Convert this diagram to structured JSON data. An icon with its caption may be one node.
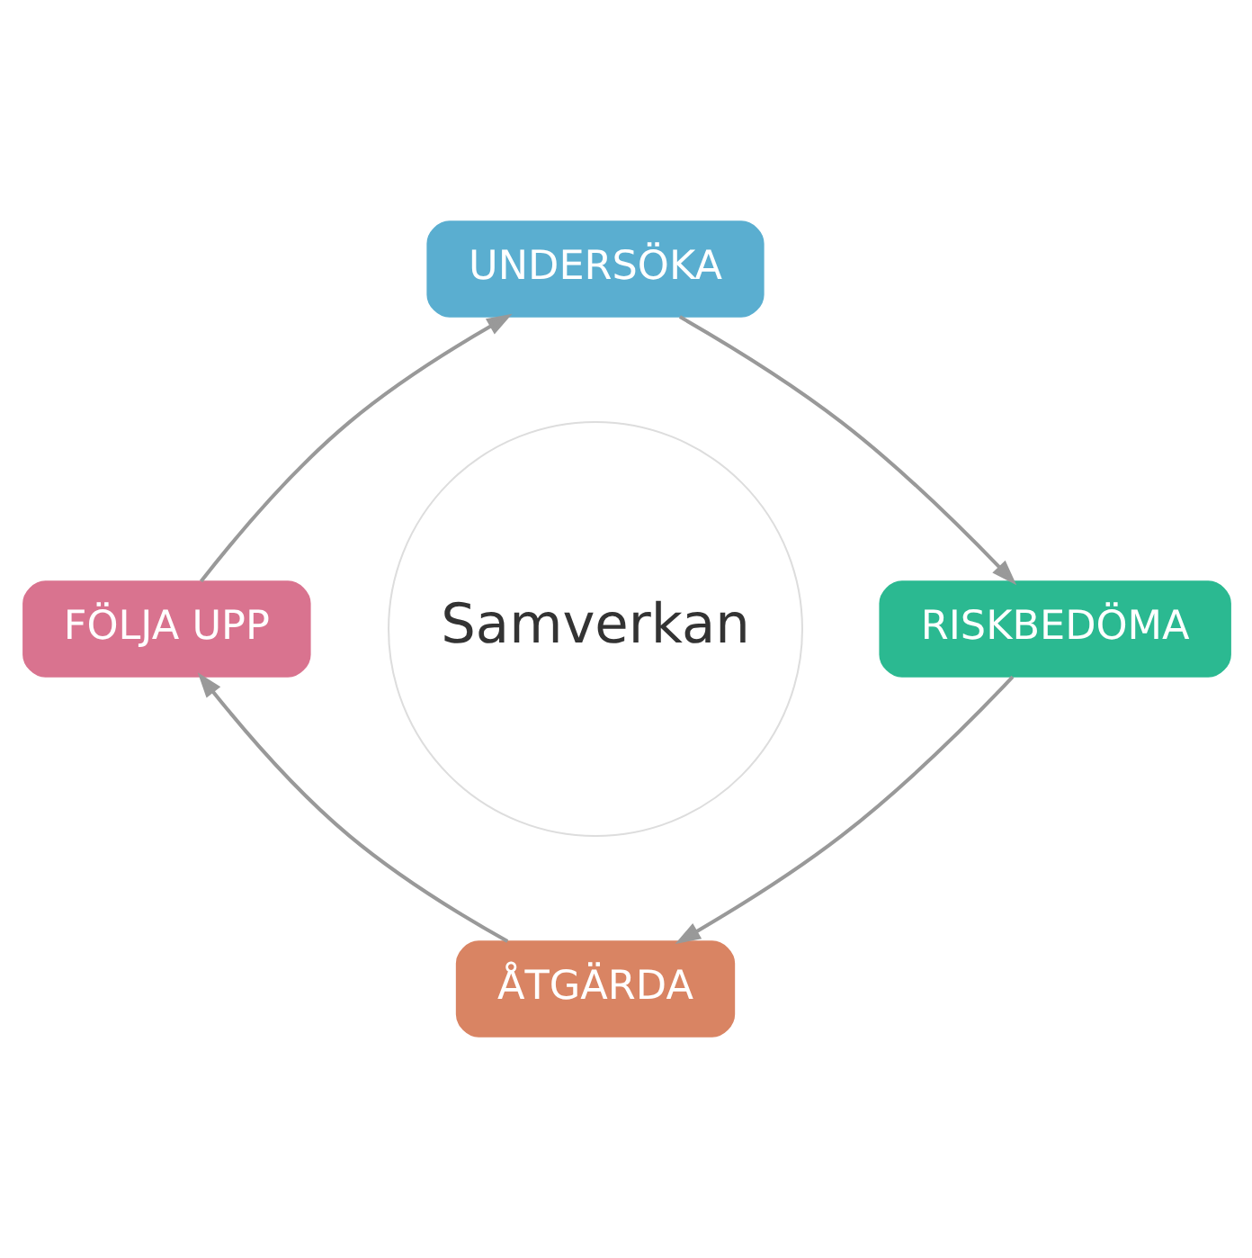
{
  "diagram": {
    "nodes": [
      {
        "text": [
          "Samverkan"
        ]
      },
      {
        "text": [
          "UNDERSÖKA"
        ]
      },
      {
        "text": [
          "RISKBEDÖMA"
        ]
      },
      {
        "text": [
          "ÅTGÄRDA"
        ]
      },
      {
        "text": [
          "FÖLJA UPP"
        ]
      }
    ],
    "edges": [
      {
        "from": 1,
        "to": 2,
        "arrow": "to"
      },
      {
        "from": 2,
        "to": 3,
        "arrow": "to"
      },
      {
        "from": 3,
        "to": 4,
        "arrow": "to"
      },
      {
        "from": 4,
        "to": 1,
        "arrow": "to"
      }
    ]
  }
}
